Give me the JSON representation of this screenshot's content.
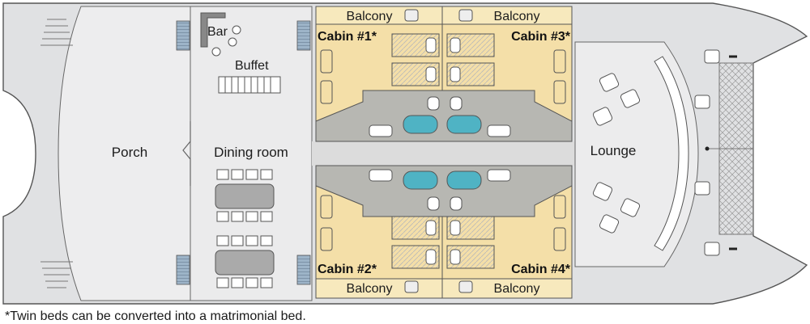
{
  "labels": {
    "porch": "Porch",
    "dining_room": "Dining room",
    "bar": "Bar",
    "buffet": "Buffet",
    "lounge": "Lounge",
    "balcony_1": "Balcony",
    "balcony_2": "Balcony",
    "balcony_3": "Balcony",
    "balcony_4": "Balcony",
    "cabin_1": "Cabin #1*",
    "cabin_2": "Cabin #2*",
    "cabin_3": "Cabin #3*",
    "cabin_4": "Cabin #4*"
  },
  "footnote": "*Twin beds can be converted into a matrimonial bed.",
  "colors": {
    "hull": "#e0e1e3",
    "deck": "#ebebec",
    "outline": "#555555",
    "cabin_floor": "#f4dfa8",
    "balcony": "#f7e9bd",
    "bathroom": "#b7b7b2",
    "tub": "#4fb3c4",
    "window": "#8aa3ba"
  }
}
